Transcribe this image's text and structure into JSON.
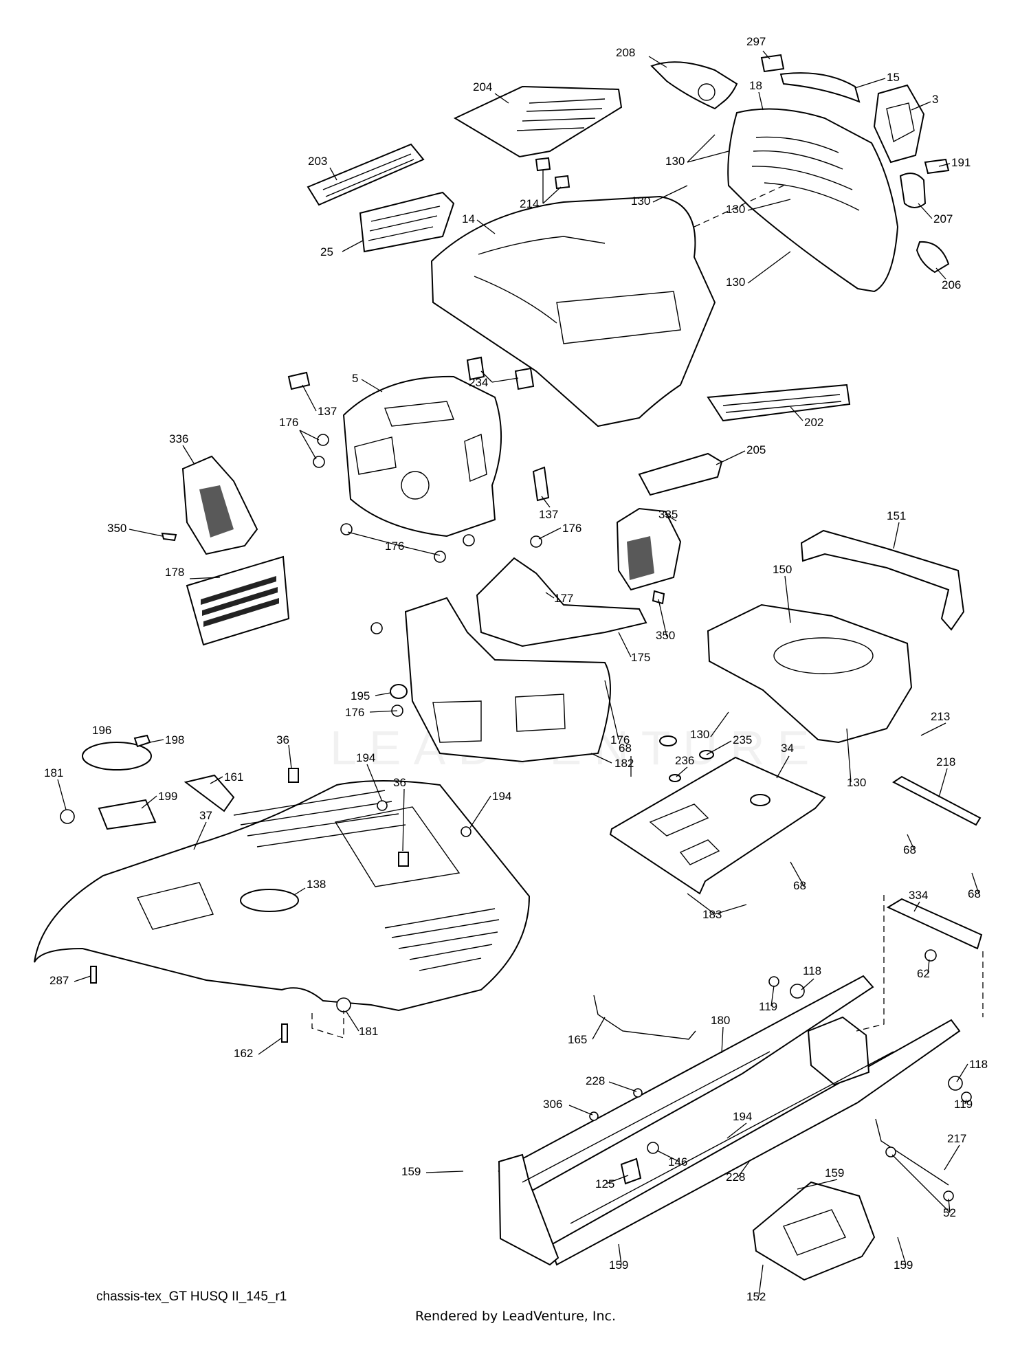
{
  "watermark": "LEADVENTURE",
  "callouts": [
    {
      "id": "c297",
      "text": "297"
    },
    {
      "id": "c208",
      "text": "208"
    },
    {
      "id": "c15",
      "text": "15"
    },
    {
      "id": "c18",
      "text": "18"
    },
    {
      "id": "c3",
      "text": "3"
    },
    {
      "id": "c204",
      "text": "204"
    },
    {
      "id": "c130",
      "text": "130"
    },
    {
      "id": "c191",
      "text": "191"
    },
    {
      "id": "c203",
      "text": "203"
    },
    {
      "id": "c214",
      "text": "214"
    },
    {
      "id": "c207",
      "text": "207"
    },
    {
      "id": "c14",
      "text": "14"
    },
    {
      "id": "c25",
      "text": "25"
    },
    {
      "id": "c206",
      "text": "206"
    },
    {
      "id": "c234",
      "text": "234"
    },
    {
      "id": "c5",
      "text": "5"
    },
    {
      "id": "c137",
      "text": "137"
    },
    {
      "id": "c202",
      "text": "202"
    },
    {
      "id": "c176",
      "text": "176"
    },
    {
      "id": "c336",
      "text": "336"
    },
    {
      "id": "c205",
      "text": "205"
    },
    {
      "id": "c335",
      "text": "335"
    },
    {
      "id": "c151",
      "text": "151"
    },
    {
      "id": "c350",
      "text": "350"
    },
    {
      "id": "c150",
      "text": "150"
    },
    {
      "id": "c177",
      "text": "177"
    },
    {
      "id": "c178",
      "text": "178"
    },
    {
      "id": "c175",
      "text": "175"
    },
    {
      "id": "c195",
      "text": "195"
    },
    {
      "id": "c213",
      "text": "213"
    },
    {
      "id": "c235",
      "text": "235"
    },
    {
      "id": "c196",
      "text": "196"
    },
    {
      "id": "c198",
      "text": "198"
    },
    {
      "id": "c36",
      "text": "36"
    },
    {
      "id": "c68",
      "text": "68"
    },
    {
      "id": "c236",
      "text": "236"
    },
    {
      "id": "c34",
      "text": "34"
    },
    {
      "id": "c218",
      "text": "218"
    },
    {
      "id": "c182",
      "text": "182"
    },
    {
      "id": "c194",
      "text": "194"
    },
    {
      "id": "c161",
      "text": "161"
    },
    {
      "id": "c181",
      "text": "181"
    },
    {
      "id": "c199",
      "text": "199"
    },
    {
      "id": "c37",
      "text": "37"
    },
    {
      "id": "c138",
      "text": "138"
    },
    {
      "id": "c183",
      "text": "183"
    },
    {
      "id": "c334",
      "text": "334"
    },
    {
      "id": "c287",
      "text": "287"
    },
    {
      "id": "c62",
      "text": "62"
    },
    {
      "id": "c118",
      "text": "118"
    },
    {
      "id": "c119",
      "text": "119"
    },
    {
      "id": "c162",
      "text": "162"
    },
    {
      "id": "c180",
      "text": "180"
    },
    {
      "id": "c165",
      "text": "165"
    },
    {
      "id": "c228",
      "text": "228"
    },
    {
      "id": "c306",
      "text": "306"
    },
    {
      "id": "c146",
      "text": "146"
    },
    {
      "id": "c217",
      "text": "217"
    },
    {
      "id": "c159",
      "text": "159"
    },
    {
      "id": "c125",
      "text": "125"
    },
    {
      "id": "c52",
      "text": "52"
    },
    {
      "id": "c152",
      "text": "152"
    }
  ],
  "footer": {
    "drawing_id": "chassis-tex_GT HUSQ II_145_r1",
    "rendered_by": "Rendered by LeadVenture, Inc."
  }
}
